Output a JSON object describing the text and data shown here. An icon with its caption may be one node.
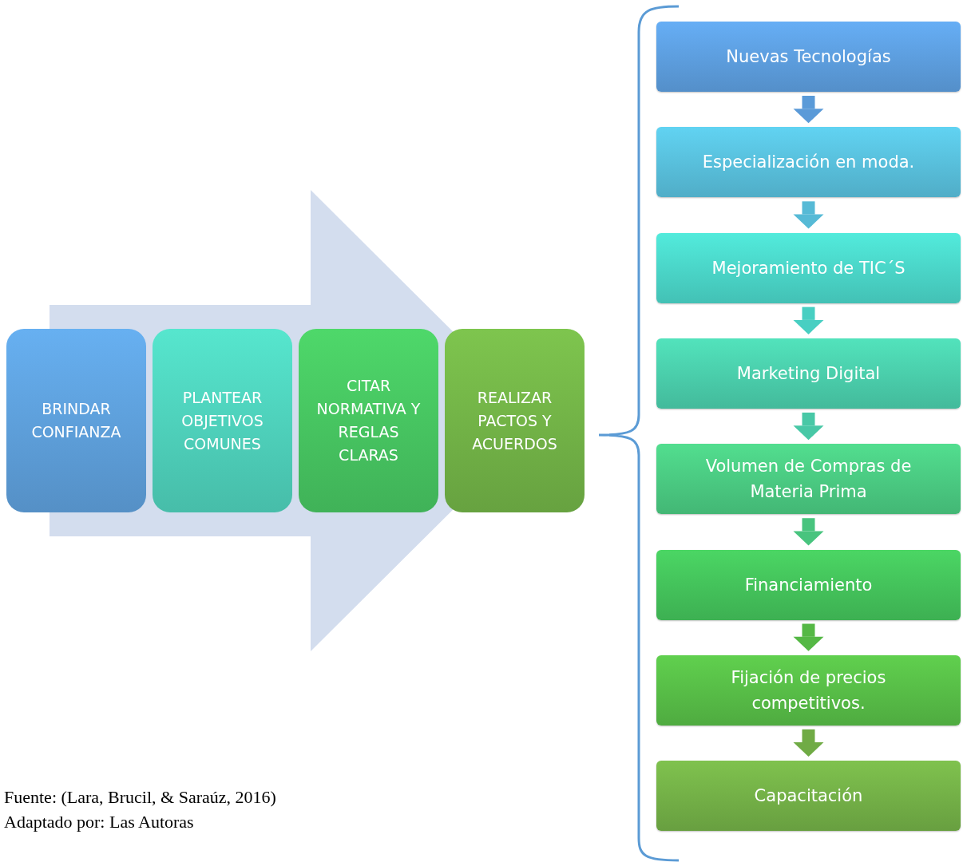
{
  "diagram": {
    "nodes": [
      {
        "text": [
          "BRINDAR CONFIANZA"
        ]
      },
      {
        "text": [
          "PLANTEAR OBJETIVOS COMUNES"
        ]
      },
      {
        "text": [
          "CITAR NORMATIVA Y REGLAS CLARAS"
        ]
      },
      {
        "text": [
          "REALIZAR PACTOS Y ACUERDOS"
        ]
      },
      {
        "text": [
          "Nuevas Tecnologías"
        ]
      },
      {
        "text": [
          "Especialización en moda."
        ]
      },
      {
        "text": [
          "Mejoramiento de TIC´S"
        ]
      },
      {
        "text": [
          "Marketing Digital"
        ]
      },
      {
        "text": [
          "Volumen de Compras de Materia Prima"
        ]
      },
      {
        "text": [
          "Financiamiento"
        ]
      },
      {
        "text": [
          "Fijación de precios competitivos."
        ]
      },
      {
        "text": [
          "Capacitación"
        ]
      }
    ],
    "edges": [
      {
        "from": 0,
        "to": 3,
        "arrow": "to",
        "style": "thick",
        "color": "#d3ddee"
      },
      {
        "from": 4,
        "to": 5,
        "arrow": "to",
        "color": "#5a9ad8"
      },
      {
        "from": 5,
        "to": 6,
        "arrow": "to",
        "color": "#56bad6"
      },
      {
        "from": 6,
        "to": 7,
        "arrow": "to",
        "color": "#48cfc2"
      },
      {
        "from": 7,
        "to": 8,
        "arrow": "to",
        "color": "#48c8a6"
      },
      {
        "from": 8,
        "to": 9,
        "arrow": "to",
        "color": "#48c47e"
      },
      {
        "from": 9,
        "to": 10,
        "arrow": "to",
        "color": "#55b845"
      },
      {
        "from": 10,
        "to": 11,
        "arrow": "to",
        "color": "#70ab45"
      }
    ],
    "labels": [
      "Fuente: (Lara, Brucil, & Saraúz, 2016)",
      "Adaptado por: Las Autoras"
    ]
  }
}
